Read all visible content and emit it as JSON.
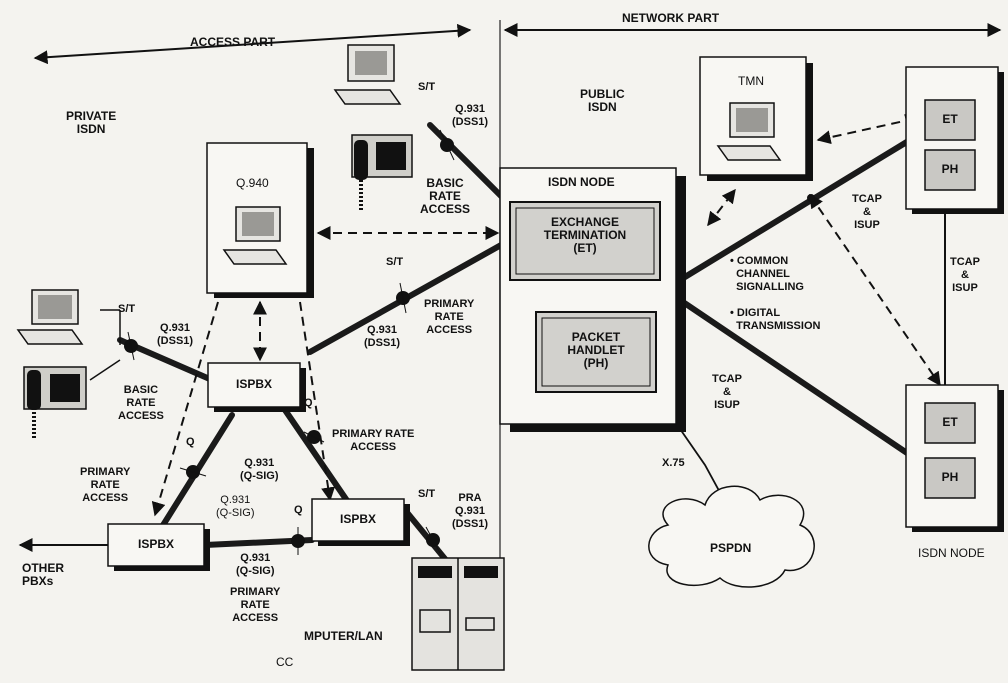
{
  "headers": {
    "access_part": "ACCESS PART",
    "network_part": "NETWORK PART"
  },
  "regions": {
    "private_isdn": "PRIVATE\nISDN",
    "public_isdn": "PUBLIC\nISDN"
  },
  "nodes": {
    "q940": "Q.940",
    "tmn": "TMN",
    "isdn_node_center": "ISDN NODE",
    "exchange_termination": "EXCHANGE\nTERMINATION\n(ET)",
    "packet_handlet": "PACKET\nHANDLET\n(PH)",
    "right_et_top": "ET",
    "right_ph_top": "PH",
    "right_et_bottom": "ET",
    "right_ph_bottom": "PH",
    "isdn_node_right": "ISDN NODE",
    "ispbx_mid": "ISPBX",
    "ispbx_left": "ISPBX",
    "ispbx_bottom": "ISPBX",
    "pspdn": "PSPDN",
    "computer_lan": "MPUTER/LAN",
    "cc": "CC",
    "other_pbxs": "OTHER\nPBXs"
  },
  "labels": {
    "st_top": "S/T",
    "q931_dss1_top": "Q.931\n(DSS1)",
    "basic_rate_top": "BASIC\nRATE\nACCESS",
    "st_pra": "S/T",
    "q931_dss1_pra": "Q.931\n(DSS1)",
    "primary_rate_access": "PRIMARY\nRATE\nACCESS",
    "st_left": "S/T",
    "q931_dss1_left": "Q.931\n(DSS1)",
    "basic_rate_left": "BASIC\nRATE\nACCESS",
    "q_left": "Q",
    "q_ispbx": "Q",
    "primary_rate_left": "PRIMARY\nRATE\nACCESS",
    "q931_qsig_left": "Q.931\n(Q-SIG)",
    "q931_qsig_center": "Q.931\n(Q-SIG)",
    "primary_rate_access_mid": "PRIMARY RATE\nACCESS",
    "q_bottom": "Q",
    "q931_qsig_bottom": "Q.931\n(Q-SIG)",
    "primary_rate_bottom": "PRIMARY\nRATE\nACCESS",
    "st_pra_right": "S/T",
    "pra_q931": "PRA\nQ.931\n(DSS1)",
    "common_channel": "• COMMON\n  CHANNEL\n  SIGNALLING",
    "digital_transmission": "• DIGITAL\n  TRANSMISSION",
    "tcap_isup_top": "TCAP\n&\nISUP",
    "tcap_isup_right": "TCAP\n&\nISUP",
    "tcap_isup_mid": "TCAP\n&\nISUP",
    "x75": "X.75"
  }
}
